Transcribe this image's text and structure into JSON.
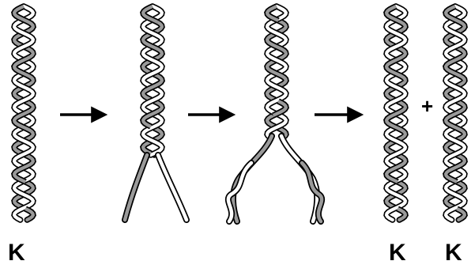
{
  "labels": {
    "k_original": "K",
    "k_copy_1": "K",
    "k_copy_2": "K",
    "plus": "+"
  },
  "colors": {
    "ink": "#000000",
    "strand_fill": "#ffffff",
    "strand_shade": "#9a9a9a",
    "background": "#ffffff"
  },
  "icons": {
    "arrow": "right-arrow-icon"
  }
}
